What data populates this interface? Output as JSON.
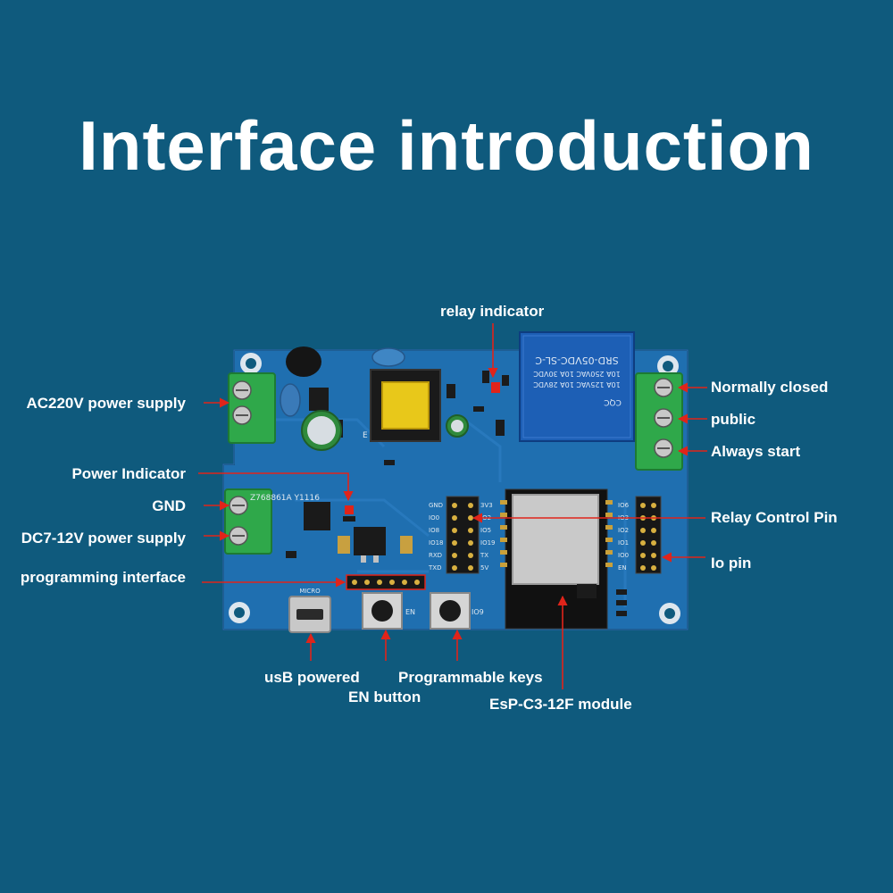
{
  "title": "Interface introduction",
  "board": {
    "transformer_label": "E",
    "relay_text_lines": [
      "SRD-05VDC-SL-C",
      "10A 250VAC 10A 30VDC",
      "10A 125VAC 10A 28VDC"
    ],
    "relay_brand": "CQC",
    "chip_label": "Z768861A  Y1116",
    "pin_labels_left": [
      "GND",
      "IO0",
      "IO8",
      "IO18",
      "RXD",
      "TXD"
    ],
    "pin_labels_right": [
      "3V3",
      "IO2",
      "IO5",
      "IO19",
      "TX",
      "5V"
    ],
    "io_labels": [
      "IO6",
      "IO3",
      "IO2",
      "IO1",
      "IO0",
      "EN"
    ],
    "usb_label": "MICRO",
    "en_label": "EN",
    "io9_label": "IO9"
  },
  "labels": {
    "relay_indicator": "relay indicator",
    "ac_power": "AC220V power supply",
    "power_indicator": "Power Indicator",
    "gnd": "GND",
    "dc_power": "DC7-12V power supply",
    "programming": "programming interface",
    "normally_closed": "Normally closed",
    "public": "public",
    "always_start": "Always start",
    "relay_control": "Relay Control Pin",
    "io_pin": "Io pin",
    "usb": "usB powered",
    "en_button": "EN button",
    "prog_keys": "Programmable keys",
    "esp_module": "EsP-C3-12F module"
  },
  "colors": {
    "background": "#0f5a7d",
    "pcb": "#1f6fb0",
    "arrow": "#e0241a",
    "terminal": "#2fa84a"
  }
}
